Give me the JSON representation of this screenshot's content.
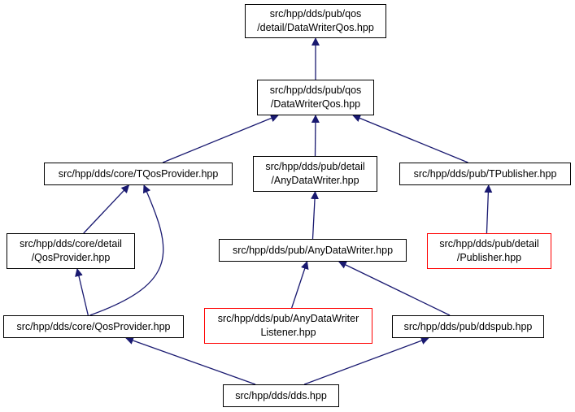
{
  "colors": {
    "edge": "#191970",
    "node_border": "#000000",
    "incomplete_border": "#ff0000",
    "root_fill": "#bfbfbf"
  },
  "nodes": {
    "root": {
      "lines": [
        "src/hpp/dds/pub/qos",
        "/detail/DataWriterQos.hpp"
      ],
      "style": "root"
    },
    "pub_qos_datawriterqos": {
      "lines": [
        "src/hpp/dds/pub/qos",
        "/DataWriterQos.hpp"
      ],
      "style": "normal"
    },
    "core_tqosprovider": {
      "lines": [
        "src/hpp/dds/core/TQosProvider.hpp"
      ],
      "style": "normal"
    },
    "pub_detail_anydatawriter": {
      "lines": [
        "src/hpp/dds/pub/detail",
        "/AnyDataWriter.hpp"
      ],
      "style": "normal"
    },
    "pub_tpublisher": {
      "lines": [
        "src/hpp/dds/pub/TPublisher.hpp"
      ],
      "style": "normal"
    },
    "core_detail_qosprovider": {
      "lines": [
        "src/hpp/dds/core/detail",
        "/QosProvider.hpp"
      ],
      "style": "normal"
    },
    "pub_anydatawriter": {
      "lines": [
        "src/hpp/dds/pub/AnyDataWriter.hpp"
      ],
      "style": "normal"
    },
    "pub_detail_publisher": {
      "lines": [
        "src/hpp/dds/pub/detail",
        "/Publisher.hpp"
      ],
      "style": "red"
    },
    "core_qosprovider": {
      "lines": [
        "src/hpp/dds/core/QosProvider.hpp"
      ],
      "style": "normal"
    },
    "pub_anydatawriterlistener": {
      "lines": [
        "src/hpp/dds/pub/AnyDataWriter",
        "Listener.hpp"
      ],
      "style": "red"
    },
    "pub_ddspub": {
      "lines": [
        "src/hpp/dds/pub/ddspub.hpp"
      ],
      "style": "normal"
    },
    "dds": {
      "lines": [
        "src/hpp/dds/dds.hpp"
      ],
      "style": "normal"
    }
  },
  "edges": [
    {
      "from": "pub_qos_datawriterqos",
      "to": "root"
    },
    {
      "from": "core_tqosprovider",
      "to": "pub_qos_datawriterqos"
    },
    {
      "from": "pub_detail_anydatawriter",
      "to": "pub_qos_datawriterqos"
    },
    {
      "from": "pub_tpublisher",
      "to": "pub_qos_datawriterqos"
    },
    {
      "from": "core_detail_qosprovider",
      "to": "core_tqosprovider"
    },
    {
      "from": "core_qosprovider",
      "to": "core_tqosprovider"
    },
    {
      "from": "core_qosprovider",
      "to": "core_detail_qosprovider"
    },
    {
      "from": "pub_anydatawriter",
      "to": "pub_detail_anydatawriter"
    },
    {
      "from": "pub_detail_publisher",
      "to": "pub_tpublisher"
    },
    {
      "from": "pub_anydatawriterlistener",
      "to": "pub_anydatawriter"
    },
    {
      "from": "pub_ddspub",
      "to": "pub_anydatawriter"
    },
    {
      "from": "dds",
      "to": "core_qosprovider"
    },
    {
      "from": "dds",
      "to": "pub_ddspub"
    }
  ]
}
